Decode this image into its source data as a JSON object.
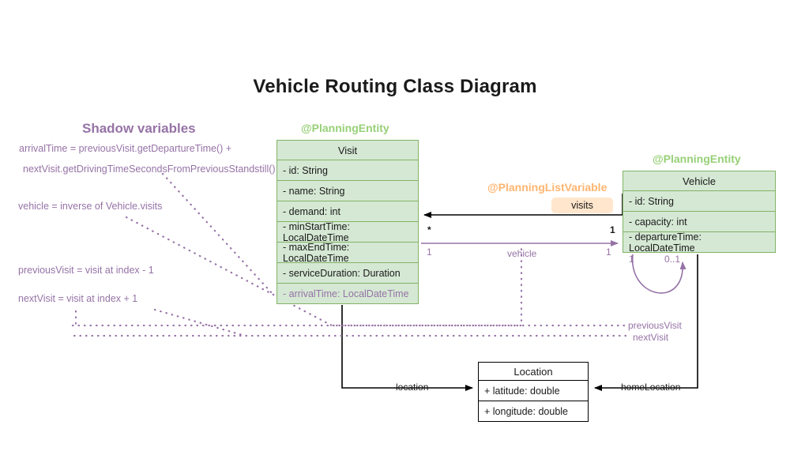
{
  "title": "Vehicle Routing Class Diagram",
  "colors": {
    "entity_fill": "#d5e8d4",
    "entity_border": "#82b366",
    "stereotype_green": "#97d077",
    "stereotype_orange": "#ffb570",
    "shadow_purple": "#9673a6",
    "badge_fill": "#ffe6cc",
    "plain_border": "#000000"
  },
  "shadow_panel": {
    "title": "Shadow variables",
    "lines": [
      "arrivalTime = previousVisit.getDepartureTime() +",
      "nextVisit.getDrivingTimeSecondsFromPreviousStandstill()",
      "vehicle = inverse of Vehicle.visits",
      "previousVisit = visit at index - 1",
      "nextVisit = visit at index + 1"
    ]
  },
  "classes": {
    "visit": {
      "stereotype": "@PlanningEntity",
      "name": "Visit",
      "attributes": [
        {
          "text": "- id: String",
          "shadow": false
        },
        {
          "text": "- name: String",
          "shadow": false
        },
        {
          "text": "- demand: int",
          "shadow": false
        },
        {
          "text": "- minStartTime: LocalDateTime",
          "shadow": false
        },
        {
          "text": "- maxEndTime: LocalDateTime",
          "shadow": false
        },
        {
          "text": "- serviceDuration: Duration",
          "shadow": false
        },
        {
          "text": "- arrivalTime: LocalDateTime",
          "shadow": true
        }
      ]
    },
    "vehicle": {
      "stereotype": "@PlanningEntity",
      "name": "Vehicle",
      "attributes": [
        {
          "text": "- id: String",
          "shadow": false
        },
        {
          "text": "- capacity: int",
          "shadow": false
        },
        {
          "text": "- departureTime: LocalDateTime",
          "shadow": false
        }
      ]
    },
    "location": {
      "stereotype": "",
      "name": "Location",
      "attributes": [
        {
          "text": "+ latitude: double",
          "shadow": false
        },
        {
          "text": "+ longitude: double",
          "shadow": false
        }
      ]
    }
  },
  "annotations": {
    "planning_list_variable": "@PlanningListVariable",
    "visits_badge": "visits",
    "visits_mult_left": "*",
    "visits_mult_right": "1",
    "vehicle_label": "vehicle",
    "vehicle_mult_left": "1",
    "vehicle_mult_right": "1",
    "self_mult_left": "1",
    "self_mult_right": "0..1",
    "previous_visit": "previousVisit",
    "next_visit": "nextVisit",
    "location_label": "location",
    "home_location_label": "homeLocation"
  }
}
